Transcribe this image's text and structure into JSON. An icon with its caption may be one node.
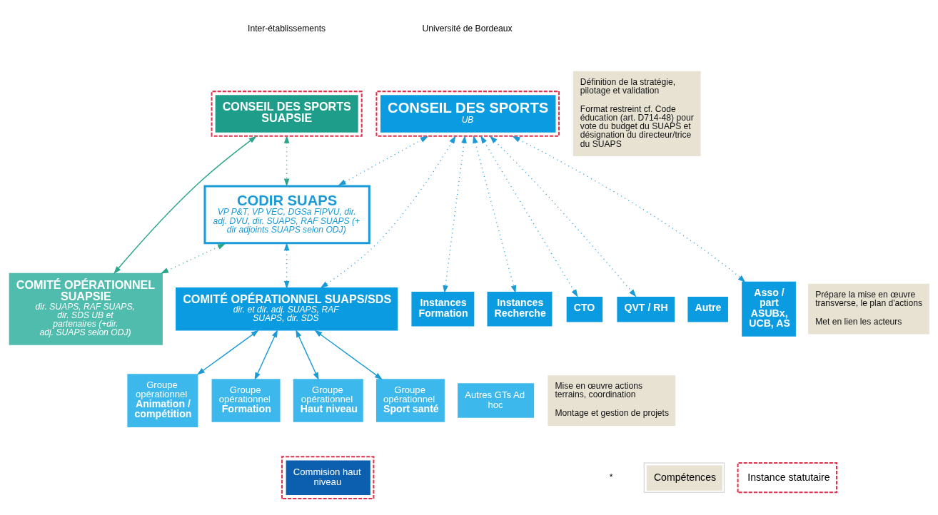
{
  "diagram": {
    "nodes": [
      {
        "text": [
          "CONSEIL DES SPORTS SUAPSIE"
        ]
      },
      {
        "text": [
          "CONSEIL DES SPORTS",
          "UB"
        ]
      },
      {
        "text": [
          "Définition de la stratégie, pilotage et validation",
          "Format restreint cf. Code éducation (art. D714-48) pour vote du budget du SUAPS et désignation du directeur/trice du SUAPS"
        ]
      },
      {
        "text": [
          "CODIR SUAPS",
          "VP P&T, VP VEC, DGSa FIPVU, dir. adj. DVU, dir. SUAPS, RAF SUAPS (+ dir adjoints SUAPS selon ODJ)"
        ]
      },
      {
        "text": [
          "COMITÉ OPÉRATIONNEL SUAPSIE",
          "dir. SUAPS, RAF SUAPS, dir. SDS UB et partenaires (+dir. adj. SUAPS selon ODJ)"
        ]
      },
      {
        "text": [
          "COMITÉ OPÉRATIONNEL SUAPS/SDS",
          "dir. et dir. adj. SUAPS, RAF SUAPS, dir. SDS"
        ]
      },
      {
        "text": [
          "Instances Formation"
        ]
      },
      {
        "text": [
          "Instances Recherche"
        ]
      },
      {
        "text": [
          "CTO"
        ]
      },
      {
        "text": [
          "QVT / RH"
        ]
      },
      {
        "text": [
          "Autre"
        ]
      },
      {
        "text": [
          "Asso / part ASUBx, UCB, AS"
        ]
      },
      {
        "text": [
          "Prépare la mise en œuvre transverse, le plan d'actions",
          "Met en lien les acteurs"
        ]
      },
      {
        "text": [
          "Groupe opérationnel",
          "Animation / compétition"
        ]
      },
      {
        "text": [
          "Groupe opérationnel",
          "Formation"
        ]
      },
      {
        "text": [
          "Groupe opérationnel",
          "Haut niveau"
        ]
      },
      {
        "text": [
          "Groupe opérationnel",
          "Sport santé"
        ]
      },
      {
        "text": [
          "Autres GTs Ad hoc"
        ]
      },
      {
        "text": [
          "Mise en œuvre actions terrains, coordination",
          "Montage et gestion de projets"
        ]
      },
      {
        "text": [
          "Commision haut niveau"
        ]
      }
    ],
    "edges": [
      {
        "from": 0,
        "to": 4,
        "arrow": "both",
        "color": "#2aa58a"
      },
      {
        "from": 0,
        "to": 3,
        "arrow": "both",
        "style": "dashed",
        "color": "#2aa58a"
      },
      {
        "from": 3,
        "to": 4,
        "arrow": "both",
        "style": "dashed",
        "color": "#2aa58a"
      },
      {
        "from": 1,
        "to": 3,
        "arrow": "both",
        "style": "dashed"
      },
      {
        "from": 3,
        "to": 5,
        "arrow": "both",
        "style": "dashed"
      },
      {
        "from": 1,
        "to": 5,
        "arrow": "both",
        "style": "dashed"
      },
      {
        "from": 1,
        "to": 6,
        "arrow": "both",
        "style": "dashed"
      },
      {
        "from": 1,
        "to": 7,
        "arrow": "both",
        "style": "dashed"
      },
      {
        "from": 1,
        "to": 8,
        "arrow": "both",
        "style": "dashed"
      },
      {
        "from": 1,
        "to": 9,
        "arrow": "both",
        "style": "dashed"
      },
      {
        "from": 1,
        "to": 11,
        "arrow": "both",
        "style": "dashed"
      },
      {
        "from": 5,
        "to": 13,
        "arrow": "both"
      },
      {
        "from": 5,
        "to": 14,
        "arrow": "both"
      },
      {
        "from": 5,
        "to": 15,
        "arrow": "both"
      },
      {
        "from": 5,
        "to": 16,
        "arrow": "both"
      }
    ],
    "labels": [
      "Inter-établissements",
      "Université de Bordeaux",
      "*"
    ],
    "legend": [
      {
        "text": "Compétences",
        "color": "#e8e2d3"
      },
      {
        "text": "Instance statutaire"
      }
    ]
  }
}
